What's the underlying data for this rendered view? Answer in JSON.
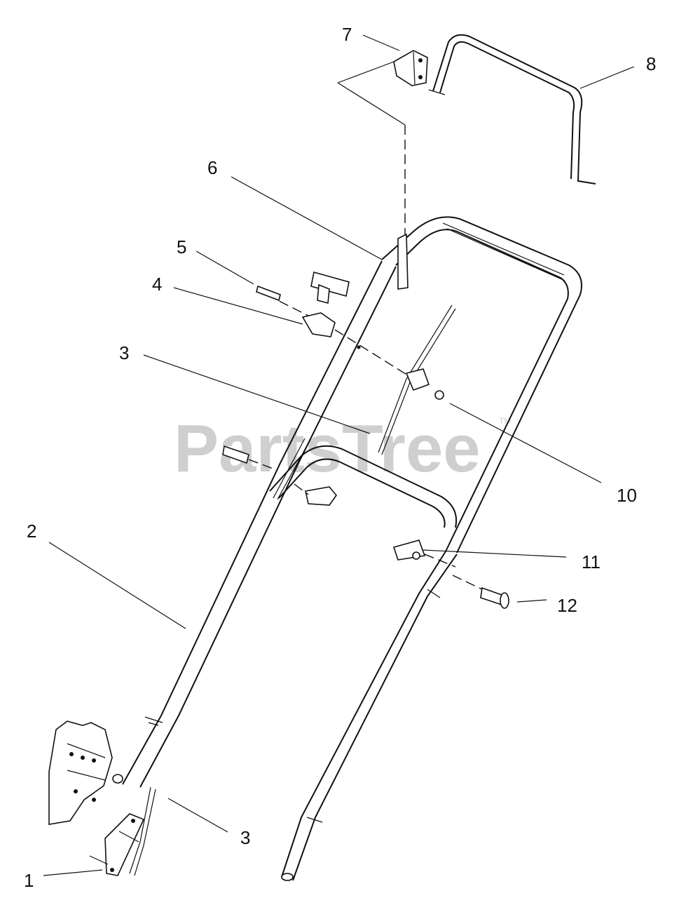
{
  "watermark": {
    "text": "PartsTree",
    "trademark": "TM"
  },
  "callouts": [
    {
      "id": "c1",
      "label": "1"
    },
    {
      "id": "c2",
      "label": "2"
    },
    {
      "id": "c3a",
      "label": "3"
    },
    {
      "id": "c3b",
      "label": "3"
    },
    {
      "id": "c4",
      "label": "4"
    },
    {
      "id": "c5",
      "label": "5"
    },
    {
      "id": "c6",
      "label": "6"
    },
    {
      "id": "c7",
      "label": "7"
    },
    {
      "id": "c8",
      "label": "8"
    },
    {
      "id": "c10",
      "label": "10"
    },
    {
      "id": "c11",
      "label": "11"
    },
    {
      "id": "c12",
      "label": "12"
    }
  ]
}
